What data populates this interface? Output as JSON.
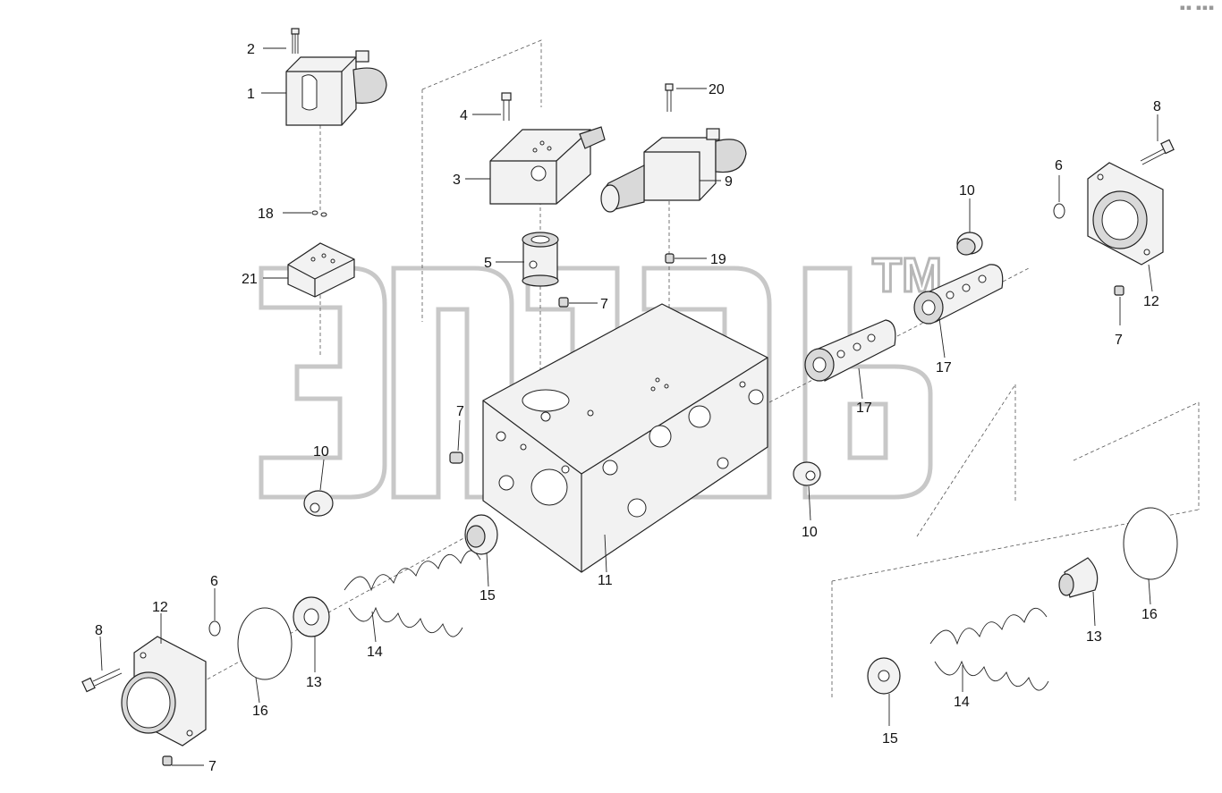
{
  "diagram": {
    "callouts": {
      "c1": "1",
      "c2": "2",
      "c3": "3",
      "c4": "4",
      "c5": "5",
      "c6a": "6",
      "c6b": "6",
      "c7a": "7",
      "c7b": "7",
      "c7c": "7",
      "c7d": "7",
      "c8a": "8",
      "c8b": "8",
      "c9": "9",
      "c10a": "10",
      "c10b": "10",
      "c10c": "10",
      "c11": "11",
      "c12a": "12",
      "c12b": "12",
      "c13a": "13",
      "c13b": "13",
      "c14a": "14",
      "c14b": "14",
      "c15a": "15",
      "c15b": "15",
      "c16a": "16",
      "c16b": "16",
      "c17a": "17",
      "c17b": "17",
      "c18": "18",
      "c19": "19",
      "c20": "20",
      "c21": "21"
    },
    "watermark": {
      "tm": "TM"
    }
  }
}
